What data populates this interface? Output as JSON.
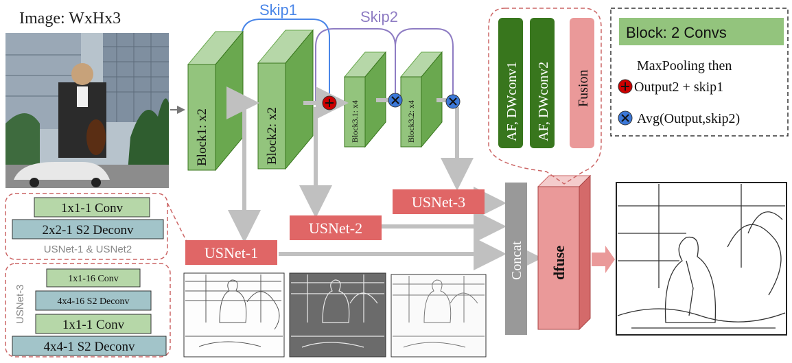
{
  "input_title": "Image: WxHx3",
  "skip1": "Skip1",
  "skip2": "Skip2",
  "blocks": {
    "b1": "Block1: x2",
    "b2": "Block2: x2",
    "b31": "Block3.1: x4",
    "b32": "Block3.2: x4"
  },
  "usnet": {
    "u1": "USNet-1",
    "u2": "USNet-2",
    "u3": "USNet-3"
  },
  "usnet12_detail": {
    "conv": "1x1-1 Conv",
    "deconv": "2x2-1 S2 Deconv",
    "caption": "USNet-1 & USNet2"
  },
  "usnet3_detail": {
    "side_label": "USNet-3",
    "conv16": "1x1-16 Conv",
    "deconv16": "4x4-16 S2 Deconv",
    "conv1": "1x1-1 Conv",
    "deconv1": "4x4-1 S2 Deconv"
  },
  "dfuse_detail": {
    "af1": "AF, DWconv1",
    "af2": "AF, DWconv2",
    "fusion": "Fusion"
  },
  "legend": {
    "block_label": "Block: 2 Convs",
    "maxpool_line1": "MaxPooling then",
    "maxpool_line2": "Output2 + skip1",
    "avg": "Avg(Output,skip2)"
  },
  "concat": "Concat",
  "dfuse": "dfuse",
  "colors": {
    "block_green": "#93c47d",
    "block_green_dark": "#6aa84f",
    "usnet_red": "#e06666",
    "dfuse_pink": "#ea9999",
    "concat_gray": "#999999",
    "conv_box_green": "#b6d7a8",
    "deconv_box_teal": "#a2c4c9",
    "dark_green": "#38761d",
    "skip1_blue": "#4a86e8",
    "skip2_purple": "#8e7cc3",
    "plus_red": "#cc0000",
    "avg_blue": "#3c78d8"
  }
}
